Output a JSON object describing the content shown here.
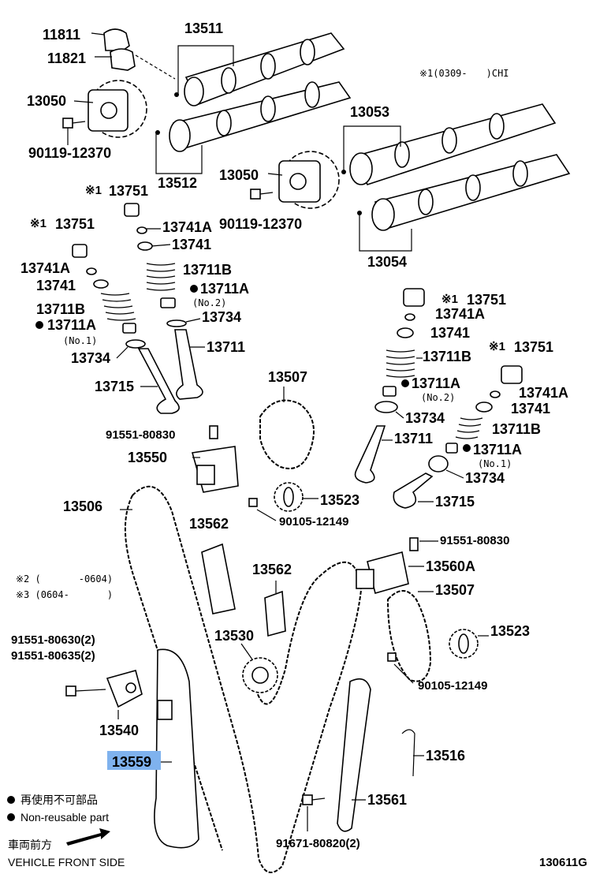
{
  "header_note": "※1(0309-　　)CHI",
  "parts": {
    "p11811": "11811",
    "p11821": "11821",
    "p13511": "13511",
    "p13050_l": "13050",
    "p13050_r": "13050",
    "p90119_l": "90119-12370",
    "p90119_r": "90119-12370",
    "p13512": "13512",
    "p13053": "13053",
    "p13054": "13054",
    "p13751_a": "13751",
    "p13751_b": "13751",
    "p13751_c": "13751",
    "p13751_d": "13751",
    "p13741A_a": "13741A",
    "p13741A_b": "13741A",
    "p13741A_c": "13741A",
    "p13741A_d": "13741A",
    "p13741_a": "13741",
    "p13741_b": "13741",
    "p13741_c": "13741",
    "p13741_d": "13741",
    "p13711B_a": "13711B",
    "p13711B_b": "13711B",
    "p13711B_c": "13711B",
    "p13711B_d": "13711B",
    "p13711A_a": "13711A",
    "p13711A_b": "13711A",
    "p13711A_c": "13711A",
    "p13711A_d": "13711A",
    "p13734_a": "13734",
    "p13734_b": "13734",
    "p13734_c": "13734",
    "p13734_d": "13734",
    "p13711_a": "13711",
    "p13711_b": "13711",
    "p13715_a": "13715",
    "p13715_b": "13715",
    "p13507_a": "13507",
    "p13507_b": "13507",
    "p91551_80830_a": "91551-80830",
    "p91551_80830_b": "91551-80830",
    "p13550": "13550",
    "p13523_a": "13523",
    "p13523_b": "13523",
    "p90105_a": "90105-12149",
    "p90105_b": "90105-12149",
    "p13506": "13506",
    "p13562_a": "13562",
    "p13562_b": "13562",
    "p13560A": "13560A",
    "p13530": "13530",
    "p91551_80630": "91551-80630(2)",
    "p91551_80635": "91551-80635(2)",
    "p13540": "13540",
    "p13559": "13559",
    "p13516": "13516",
    "p13561": "13561",
    "p91671": "91671-80820(2)"
  },
  "marks": {
    "x1": "※1",
    "x2": "※2",
    "x3": "※3",
    "no1": "(No.1)",
    "no2": "(No.2)"
  },
  "notes": {
    "n2": "※2 (　　　　-0604)",
    "n3": "※3 (0604-　　　　)"
  },
  "legend": {
    "jp": "再使用不可部品",
    "en": "Non-reusable part",
    "front_jp": "車両前方",
    "front_en": "VEHICLE FRONT SIDE"
  },
  "figure_id": "130611G",
  "highlight_color": "#7fb2ee"
}
